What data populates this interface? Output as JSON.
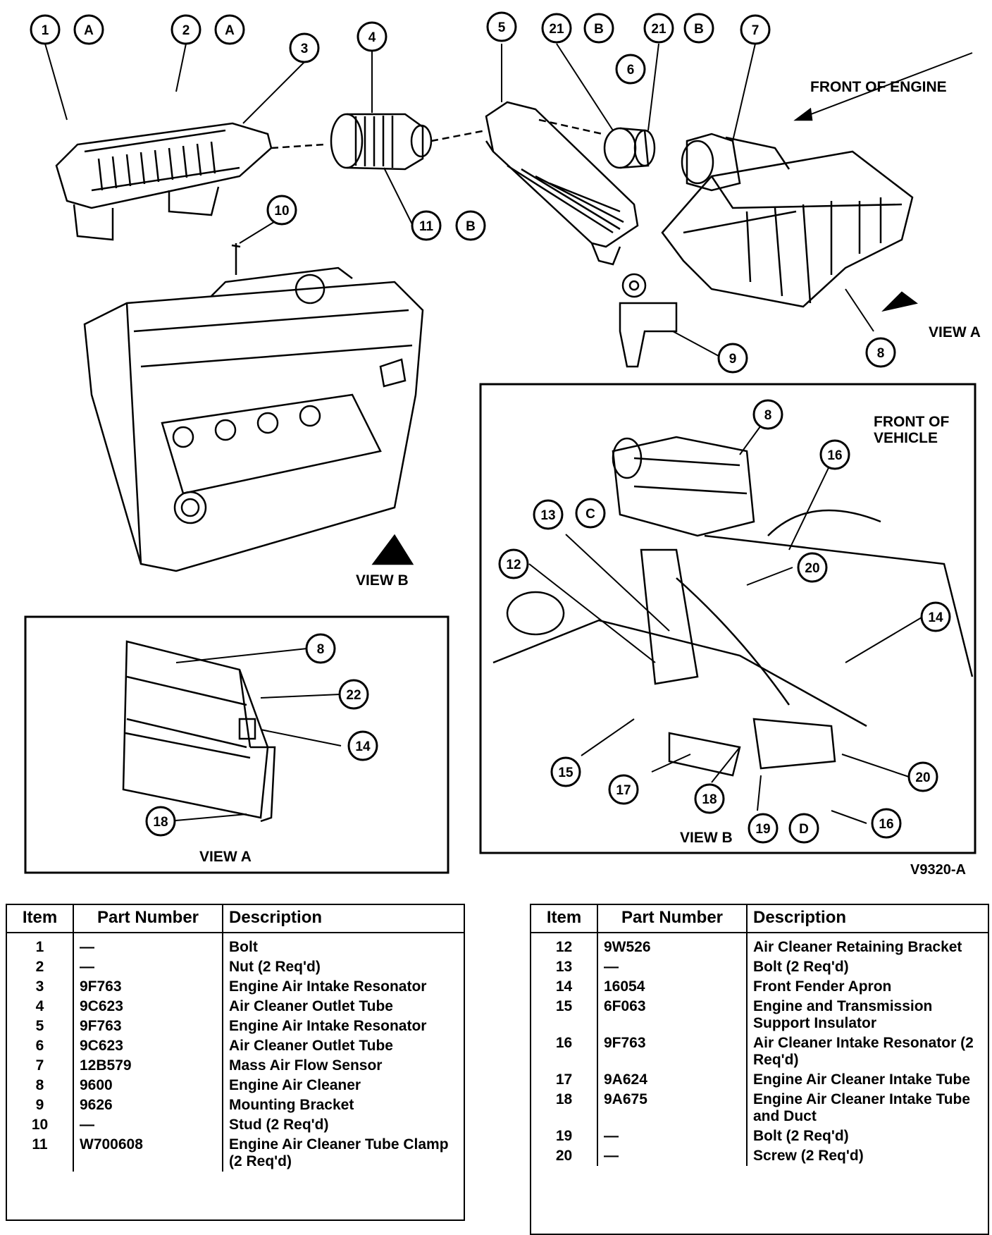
{
  "diagram": {
    "callouts": [
      {
        "id": "c1",
        "text": "1"
      },
      {
        "id": "c1A",
        "text": "A"
      },
      {
        "id": "c2",
        "text": "2"
      },
      {
        "id": "c2A",
        "text": "A"
      },
      {
        "id": "c3",
        "text": "3"
      },
      {
        "id": "c4",
        "text": "4"
      },
      {
        "id": "c5",
        "text": "5"
      },
      {
        "id": "c21a",
        "text": "21"
      },
      {
        "id": "c21aB",
        "text": "B"
      },
      {
        "id": "c21b",
        "text": "21"
      },
      {
        "id": "c21bB",
        "text": "B"
      },
      {
        "id": "c7",
        "text": "7"
      },
      {
        "id": "c6",
        "text": "6"
      },
      {
        "id": "c10",
        "text": "10"
      },
      {
        "id": "c11",
        "text": "11"
      },
      {
        "id": "c11B",
        "text": "B"
      },
      {
        "id": "c9",
        "text": "9"
      },
      {
        "id": "c8top",
        "text": "8"
      },
      {
        "id": "c8va",
        "text": "8"
      },
      {
        "id": "c22",
        "text": "22"
      },
      {
        "id": "c14va",
        "text": "14"
      },
      {
        "id": "c18va",
        "text": "18"
      },
      {
        "id": "c8vb",
        "text": "8"
      },
      {
        "id": "c16vb",
        "text": "16"
      },
      {
        "id": "c13",
        "text": "13"
      },
      {
        "id": "c13C",
        "text": "C"
      },
      {
        "id": "c12",
        "text": "12"
      },
      {
        "id": "c20a",
        "text": "20"
      },
      {
        "id": "c14vb",
        "text": "14"
      },
      {
        "id": "c15",
        "text": "15"
      },
      {
        "id": "c17",
        "text": "17"
      },
      {
        "id": "c18vb",
        "text": "18"
      },
      {
        "id": "c20b",
        "text": "20"
      },
      {
        "id": "c19",
        "text": "19"
      },
      {
        "id": "c19D",
        "text": "D"
      },
      {
        "id": "c16b",
        "text": "16"
      }
    ],
    "labels": {
      "front_of_engine": "FRONT OF ENGINE",
      "front_of_vehicle_1": "FRONT OF",
      "front_of_vehicle_2": "VEHICLE",
      "view_a_top": "VIEW A",
      "view_b_top": "VIEW B",
      "view_a_inset": "VIEW A",
      "view_b_inset": "VIEW B",
      "figure_id": "V9320-A"
    }
  },
  "table_left": {
    "headers": [
      "Item",
      "Part Number",
      "Description"
    ],
    "rows": [
      {
        "item": "1",
        "part": "—",
        "desc": "Bolt"
      },
      {
        "item": "2",
        "part": "—",
        "desc": "Nut (2 Req'd)"
      },
      {
        "item": "3",
        "part": "9F763",
        "desc": "Engine Air Intake Resonator"
      },
      {
        "item": "4",
        "part": "9C623",
        "desc": "Air Cleaner Outlet Tube"
      },
      {
        "item": "5",
        "part": "9F763",
        "desc": "Engine Air Intake Resonator"
      },
      {
        "item": "6",
        "part": "9C623",
        "desc": "Air Cleaner Outlet Tube"
      },
      {
        "item": "7",
        "part": "12B579",
        "desc": "Mass Air Flow Sensor"
      },
      {
        "item": "8",
        "part": "9600",
        "desc": "Engine Air Cleaner"
      },
      {
        "item": "9",
        "part": "9626",
        "desc": "Mounting Bracket"
      },
      {
        "item": "10",
        "part": "—",
        "desc": "Stud (2 Req'd)"
      },
      {
        "item": "11",
        "part": "W700608",
        "desc": "Engine Air Cleaner Tube Clamp (2 Req'd)"
      }
    ]
  },
  "table_right": {
    "headers": [
      "Item",
      "Part Number",
      "Description"
    ],
    "rows": [
      {
        "item": "12",
        "part": "9W526",
        "desc": "Air Cleaner Retaining Bracket"
      },
      {
        "item": "13",
        "part": "—",
        "desc": "Bolt (2 Req'd)"
      },
      {
        "item": "14",
        "part": "16054",
        "desc": "Front Fender Apron"
      },
      {
        "item": "15",
        "part": "6F063",
        "desc": "Engine and Transmission Support Insulator"
      },
      {
        "item": "16",
        "part": "9F763",
        "desc": "Air Cleaner Intake Resonator (2 Req'd)"
      },
      {
        "item": "17",
        "part": "9A624",
        "desc": "Engine Air Cleaner Intake Tube"
      },
      {
        "item": "18",
        "part": "9A675",
        "desc": "Engine Air Cleaner Intake Tube and Duct"
      },
      {
        "item": "19",
        "part": "—",
        "desc": "Bolt (2 Req'd)"
      },
      {
        "item": "20",
        "part": "—",
        "desc": "Screw (2 Req'd)"
      }
    ]
  }
}
